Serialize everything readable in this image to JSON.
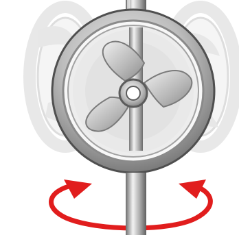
{
  "illustration": {
    "subject": "rotating-ducted-propeller",
    "ghost_frames": 2,
    "blade_count": 3
  },
  "colors": {
    "background": "#ffffff",
    "shaft": "#9a9a9a",
    "ring_outer": "#6b6b6b",
    "ring_inner": "#d9d9d9",
    "blade": "#bdbdbd",
    "ghost": "#e8e8e8",
    "arrow": "#e11d1d"
  }
}
